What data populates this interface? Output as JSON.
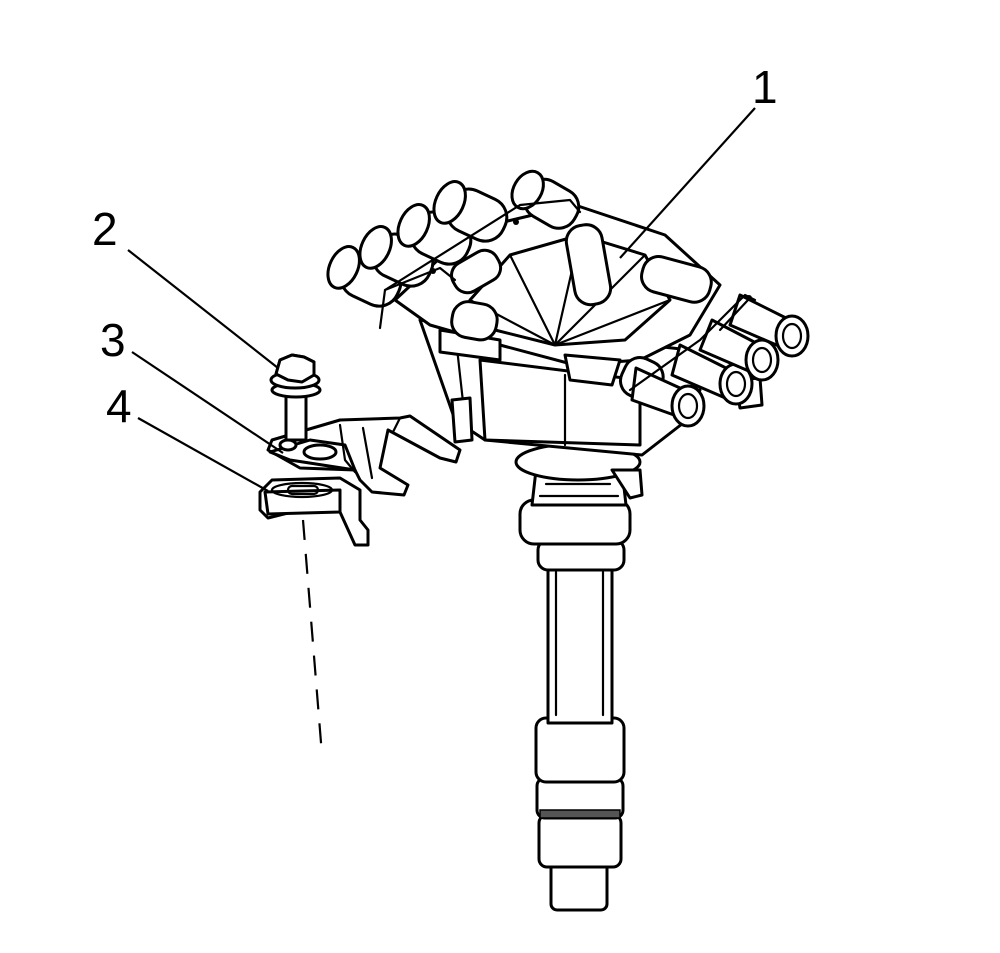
{
  "callouts": [
    {
      "number": "1",
      "part": "distributor"
    },
    {
      "number": "2",
      "part": "hold-down-bolt"
    },
    {
      "number": "3",
      "part": "hold-down-clamp"
    },
    {
      "number": "4",
      "part": "clamp-base"
    }
  ],
  "colors": {
    "line": "#000000",
    "background": "#ffffff",
    "shade": "#e9e9e9"
  }
}
